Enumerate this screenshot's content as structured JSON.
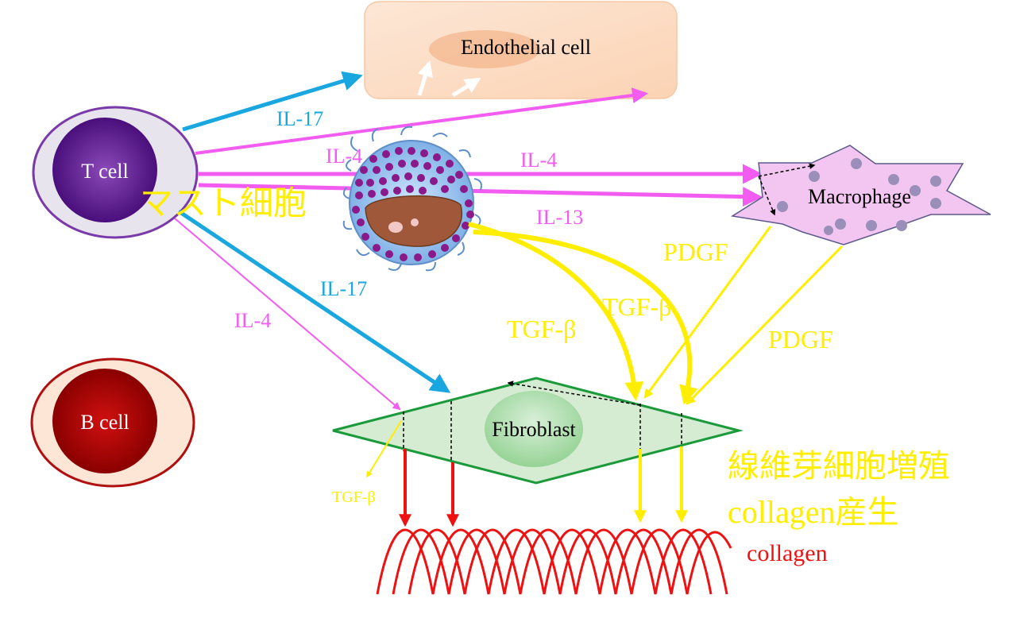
{
  "cells": {
    "endothelial": "Endothelial cell",
    "t_cell": "T cell",
    "b_cell": "B cell",
    "mast_cell": "マスト細胞",
    "macrophage": "Macrophage",
    "fibroblast": "Fibroblast"
  },
  "mediators": {
    "il17_top": "IL-17",
    "il4_top": "IL-4",
    "il4_macrophage": "IL-4",
    "il13_macrophage": "IL-13",
    "il17_fibroblast": "IL-17",
    "il4_fibroblast": "IL-4",
    "tgfb_left": "TGF-β",
    "tgfb_right": "TGF-β",
    "pdgf_upper": "PDGF",
    "pdgf_lower": "PDGF",
    "tgfb_small": "TGF-β"
  },
  "annotations": {
    "fibroblast_proliferation": "線維芽細胞増殖",
    "collagen_production": "collagen産生",
    "collagen": "collagen"
  },
  "colors": {
    "blue_arrow": "#1aa7e0",
    "pink_arrow": "#f25cf0",
    "yellow_arrow": "#ffee00",
    "red_arrow": "#ee1111",
    "t_cell_nucleus": "#5a1a8c",
    "b_cell_nucleus": "#a30000",
    "fibroblast_fill": "#d6ecd2",
    "macrophage_fill": "#f3c6f2"
  }
}
